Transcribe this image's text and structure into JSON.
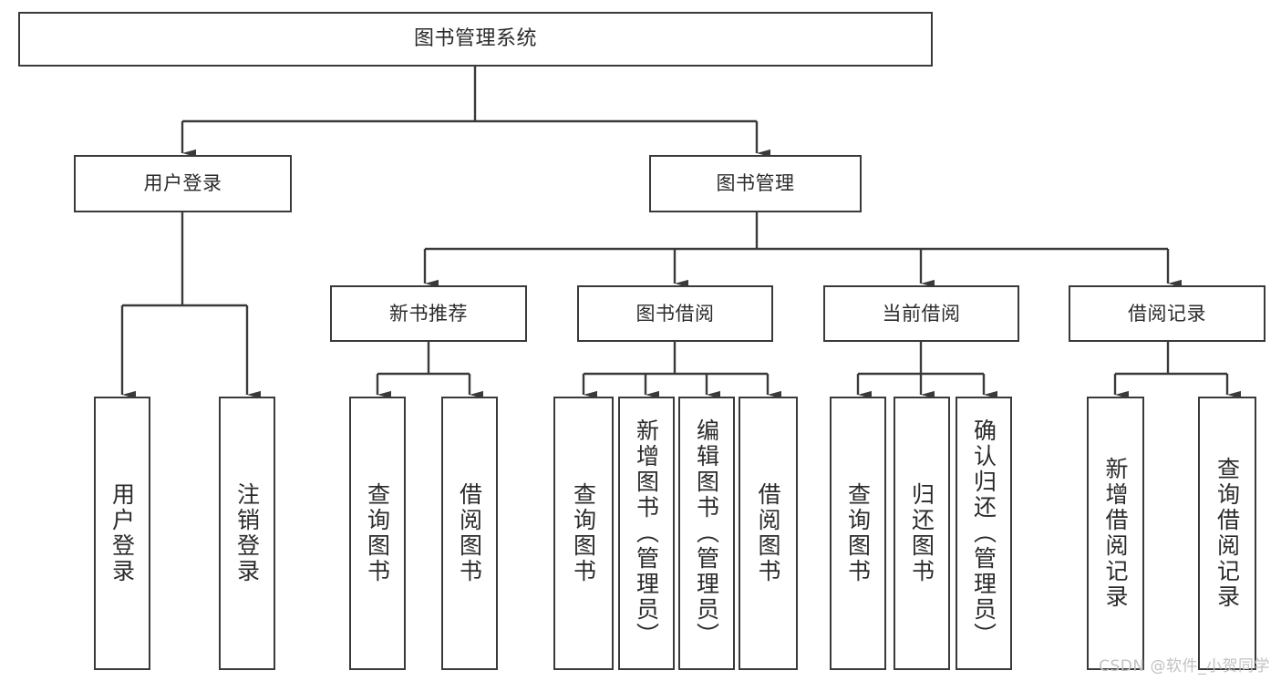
{
  "diagram": {
    "title": "图书管理系统",
    "type": "tree",
    "watermark": "CSDN @软件_小贺同学",
    "colors": {
      "box_border": "#3a3a3a",
      "box_fill": "#ffffff",
      "text": "#2b2b2b",
      "edge": "#3a3a3a",
      "watermark": "#c2c2c2",
      "background": "#ffffff"
    },
    "root": {
      "label": "图书管理系统"
    },
    "level2": [
      {
        "label": "用户登录"
      },
      {
        "label": "图书管理"
      }
    ],
    "level3": [
      {
        "label": "新书推荐"
      },
      {
        "label": "图书借阅"
      },
      {
        "label": "当前借阅"
      },
      {
        "label": "借阅记录"
      }
    ],
    "leaves": {
      "user_login": [
        {
          "label": "用户登录"
        },
        {
          "label": "注销登录"
        }
      ],
      "new_book_recommend": [
        {
          "label": "查询图书"
        },
        {
          "label": "借阅图书"
        }
      ],
      "book_borrow": [
        {
          "label": "查询图书"
        },
        {
          "label": "新增图书（管理员）"
        },
        {
          "label": "编辑图书（管理员）"
        },
        {
          "label": "借阅图书"
        }
      ],
      "current_borrow": [
        {
          "label": "查询图书"
        },
        {
          "label": "归还图书"
        },
        {
          "label": "确认归还（管理员）"
        }
      ],
      "borrow_record": [
        {
          "label": "新增借阅记录"
        },
        {
          "label": "查询借阅记录"
        }
      ]
    }
  }
}
